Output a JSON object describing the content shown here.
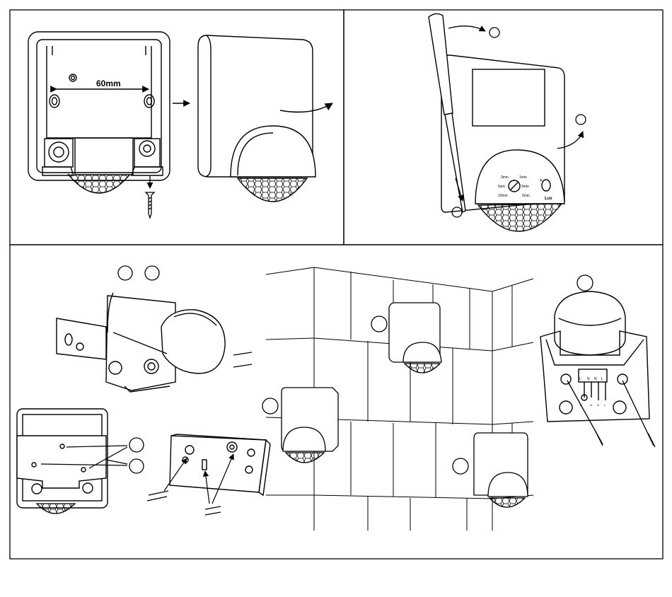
{
  "panel_top_left": {
    "dimension_label": "60mm"
  },
  "panel_top_right": {
    "dial_marks": [
      "5sec",
      "1min",
      "3min",
      "5min",
      "10min",
      "3min"
    ],
    "dial2_marks": [
      "Lux",
      "☀"
    ],
    "callouts": [
      "",
      "",
      ""
    ]
  },
  "panel_bottom": {
    "terminal_labels": [
      "L'",
      "N",
      "N",
      "L"
    ],
    "load_labels": [
      "L'",
      "N"
    ],
    "supply_labels": [
      "N",
      "L"
    ]
  },
  "colors": {
    "line": "#000000",
    "background": "#ffffff"
  }
}
